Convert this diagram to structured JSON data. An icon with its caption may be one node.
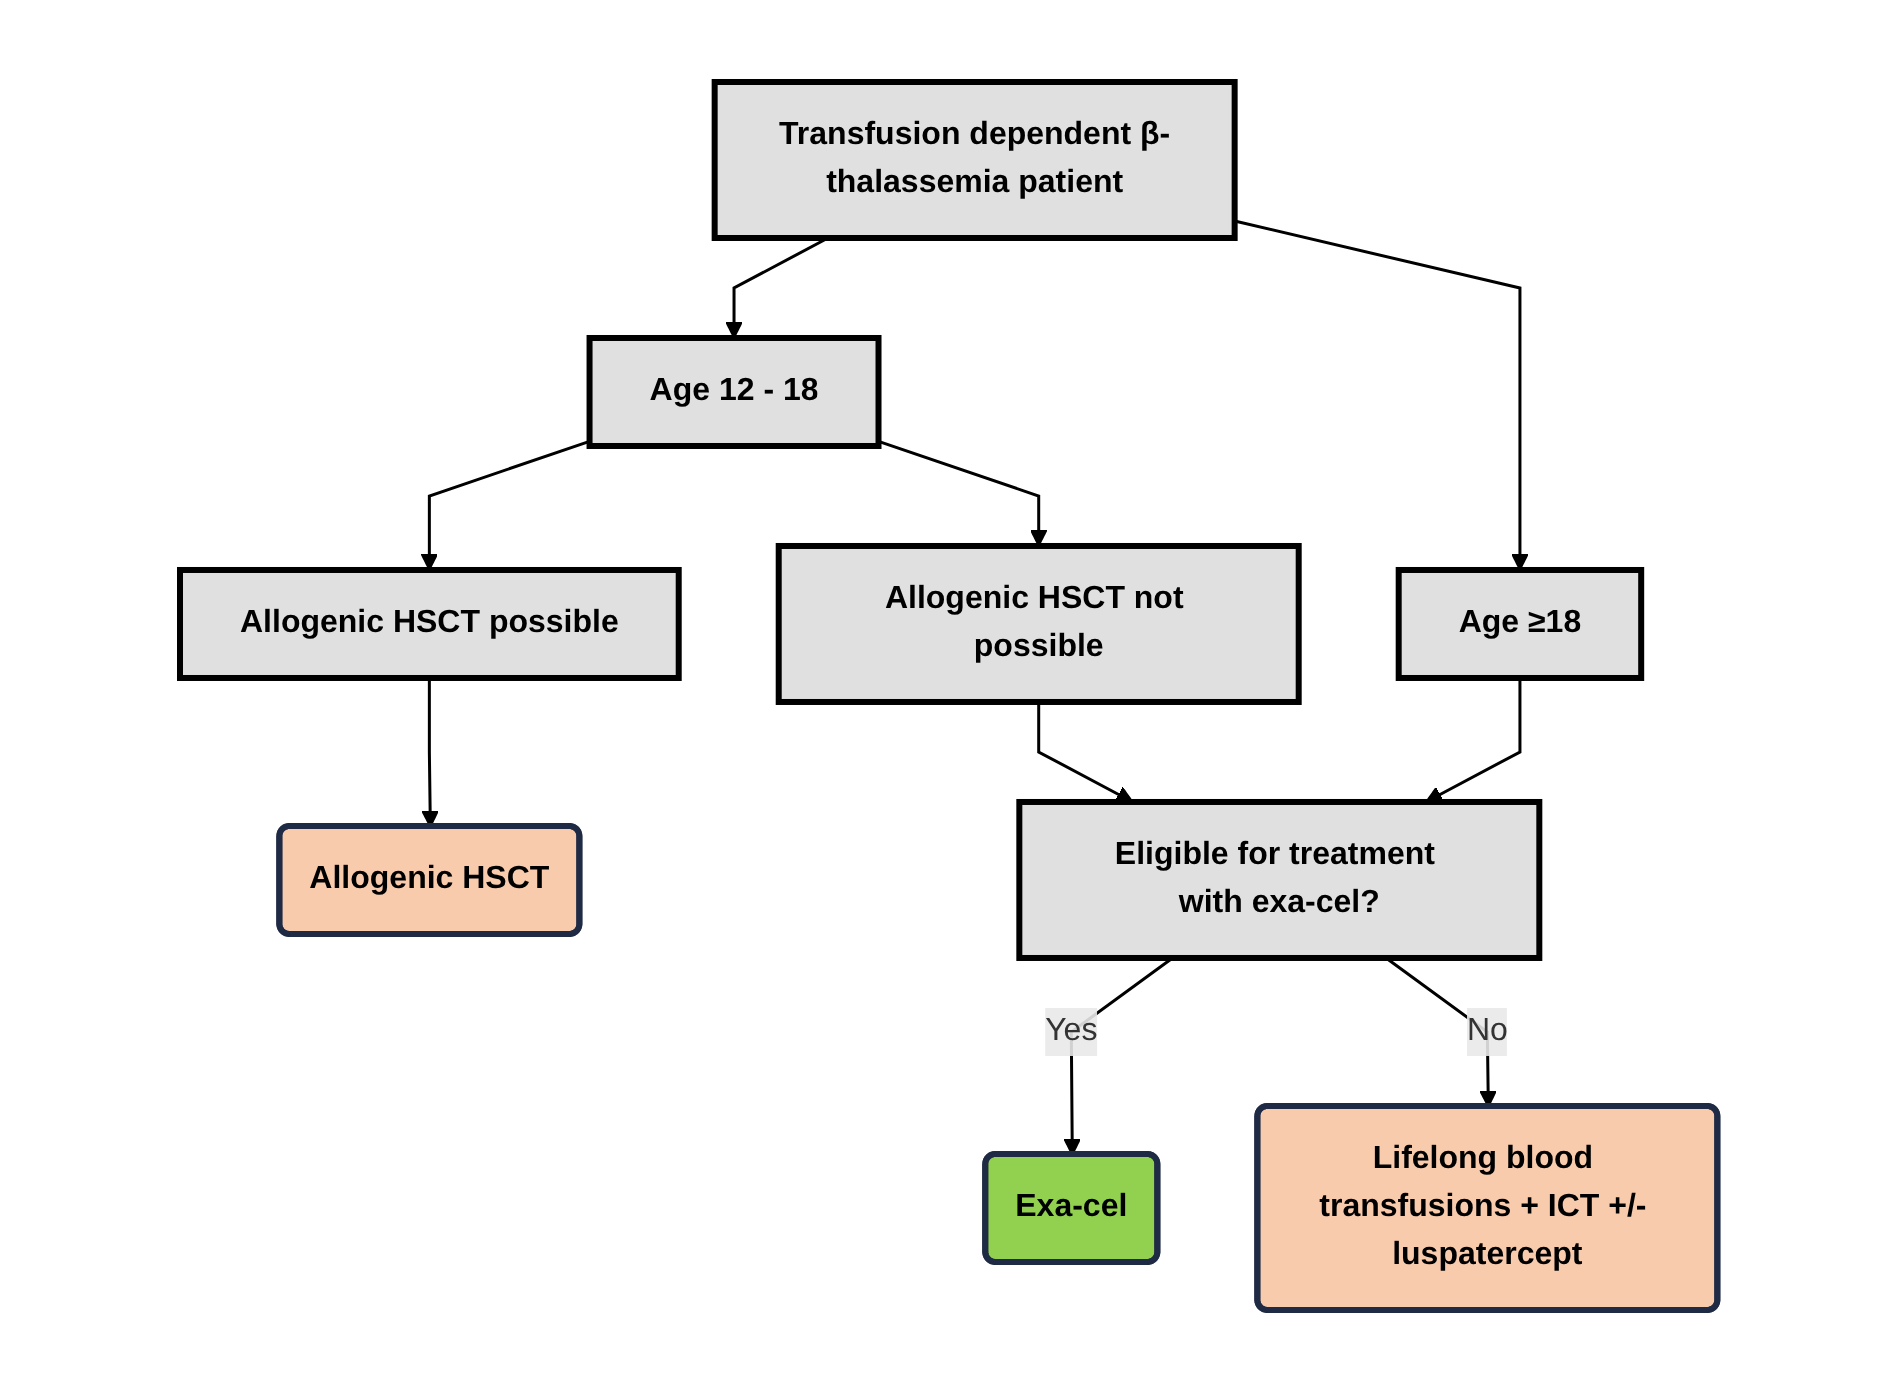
{
  "diagram": {
    "nodes": [
      {
        "text": [
          "Transfusion dependent β-thalassemia patient"
        ]
      },
      {
        "text": [
          "Age 12 - 18"
        ]
      },
      {
        "text": [
          "Age ≥18"
        ]
      },
      {
        "text": [
          "Allogenic HSCT possible"
        ]
      },
      {
        "text": [
          "Allogenic HSCT not possible"
        ]
      },
      {
        "text": [
          "Allogenic HSCT"
        ]
      },
      {
        "text": [
          "Eligible for treatment with exa-cel?"
        ]
      },
      {
        "text": [
          "Exa-cel"
        ]
      },
      {
        "text": [
          "Lifelong blood transfusions + ICT +/- luspatercept"
        ]
      }
    ],
    "edges": [
      {
        "from": 0,
        "to": 1,
        "arrow": "to"
      },
      {
        "from": 0,
        "to": 2,
        "arrow": "to"
      },
      {
        "from": 1,
        "to": 3,
        "arrow": "to"
      },
      {
        "from": 1,
        "to": 4,
        "arrow": "to"
      },
      {
        "from": 3,
        "to": 5,
        "arrow": "to"
      },
      {
        "from": 4,
        "to": 6,
        "arrow": "to"
      },
      {
        "from": 2,
        "to": 6,
        "arrow": "to"
      },
      {
        "from": 6,
        "to": 7,
        "label": "Yes",
        "arrow": "to"
      },
      {
        "from": 6,
        "to": 8,
        "label": "No",
        "arrow": "to"
      }
    ]
  }
}
